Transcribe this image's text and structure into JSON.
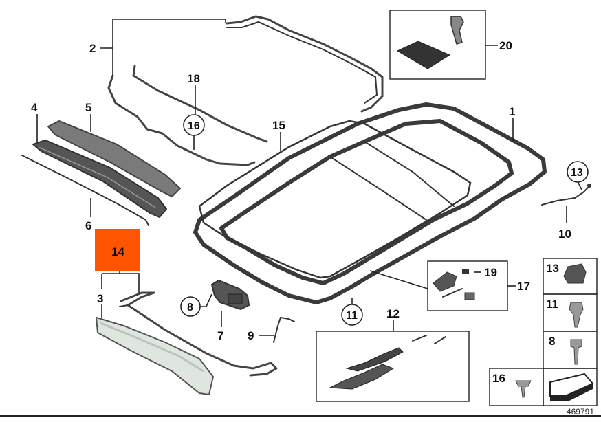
{
  "labels": {
    "l1": "1",
    "l2": "2",
    "l3": "3",
    "l4": "4",
    "l5": "5",
    "l6": "6",
    "l7": "7",
    "l8": "8",
    "l9": "9",
    "l10": "10",
    "l11": "11",
    "l12": "12",
    "l13": "13",
    "l14": "14",
    "l15": "15",
    "l16": "16",
    "l17": "17",
    "l18": "18",
    "l19": "19",
    "l20": "20"
  },
  "legend": {
    "i13": "13",
    "i11": "11",
    "i8": "8",
    "i16": "16"
  },
  "highlight": {
    "label": "14",
    "color": "#ff5500"
  },
  "reference_number": "469791",
  "colors": {
    "line": "#222222",
    "part": "#444444",
    "glass": "#dfe6e0"
  }
}
